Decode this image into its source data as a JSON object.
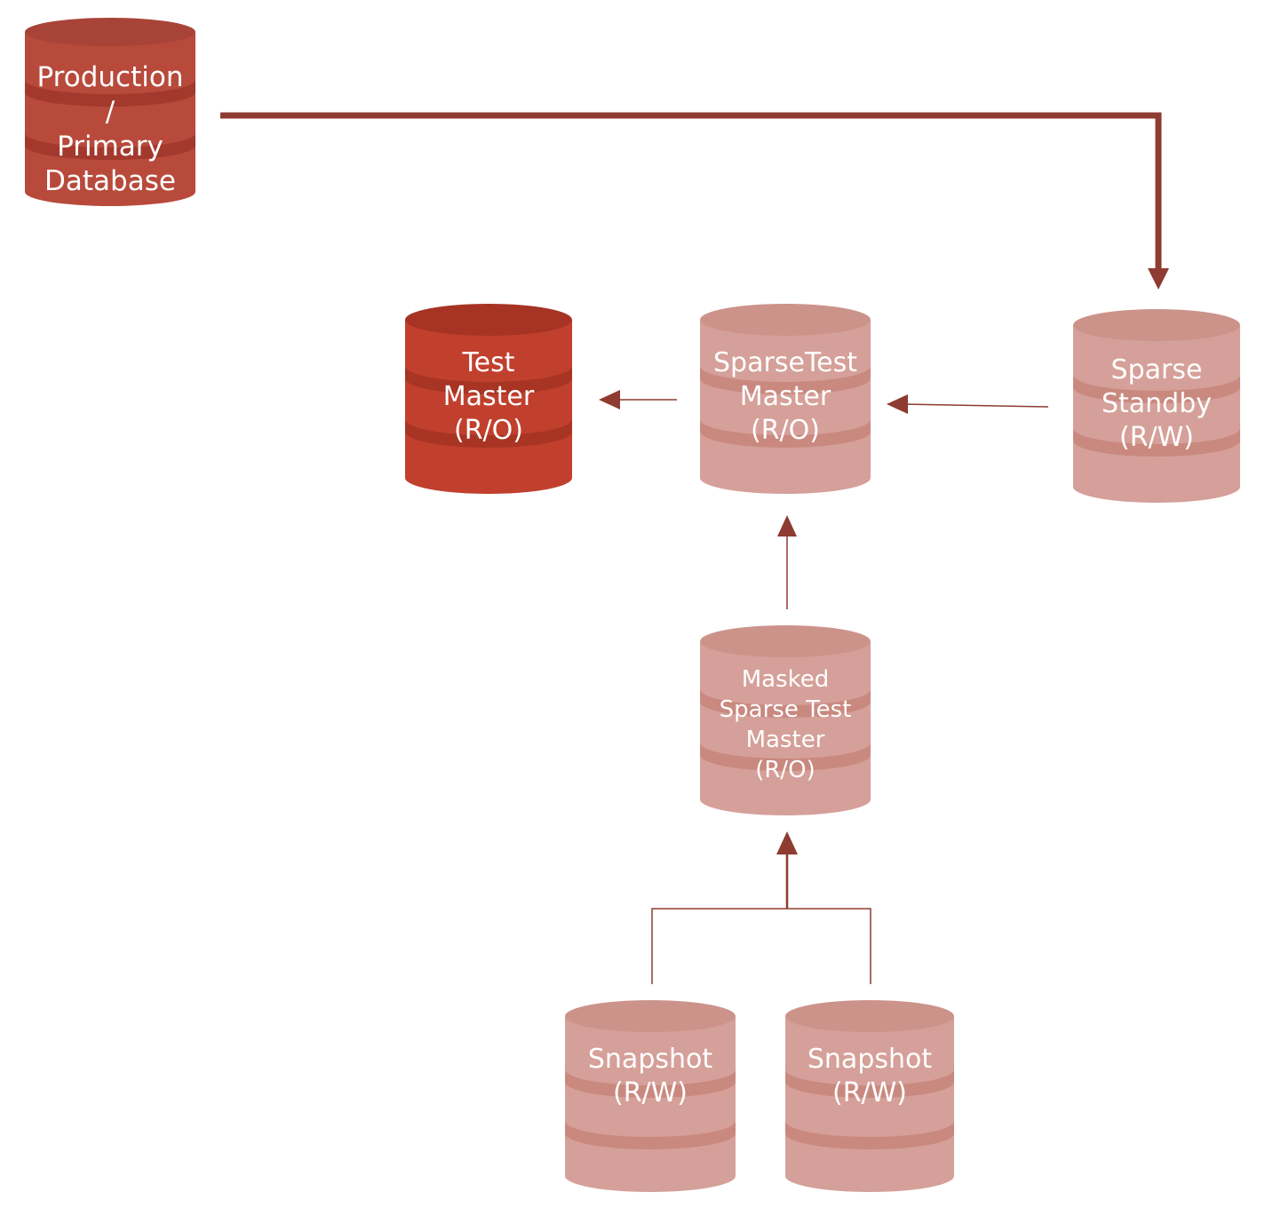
{
  "colors": {
    "dark": "#b84a3c",
    "dark_band": "#a3392c",
    "medium": "#c1402d",
    "medium_band": "#a83424",
    "light": "#d5a099",
    "light_band": "#c9897f",
    "arrow": "#8e3b31",
    "text": "#ffffff"
  },
  "databases": {
    "production": {
      "line1": "Production",
      "line2": "/",
      "line3": "Primary",
      "line4": "Database"
    },
    "test_master": {
      "line1": "Test",
      "line2": "Master",
      "line3": "(R/O)"
    },
    "sparse_test_master": {
      "line1": "SparseTest",
      "line2": "Master",
      "line3": "(R/O)"
    },
    "sparse_standby": {
      "line1": "Sparse",
      "line2": "Standby",
      "line3": "(R/W)"
    },
    "masked_sparse_test_master": {
      "line1": "Masked",
      "line2": "Sparse Test",
      "line3": "Master",
      "line4": "(R/O)"
    },
    "snapshot_1": {
      "line1": "Snapshot",
      "line2": "(R/W)"
    },
    "snapshot_2": {
      "line1": "Snapshot",
      "line2": "(R/W)"
    }
  }
}
